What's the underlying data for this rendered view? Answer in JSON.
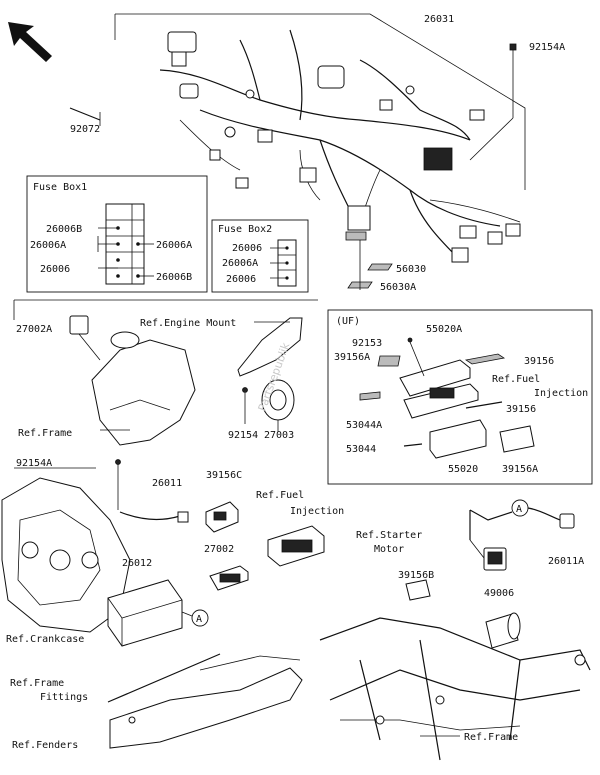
{
  "part_numbers": {
    "harness": "26031",
    "bolt_top": "92154A",
    "band": "92072",
    "fuse_box1": [
      "26006B",
      "26006A",
      "26006A",
      "26006",
      "26006B"
    ],
    "fuse_box2": [
      "26006",
      "26006A",
      "26006"
    ],
    "p56030": "56030",
    "p56030a": "56030A",
    "relay_left": "27002A",
    "bolt_mid": "92154",
    "horn": "27003",
    "uf": [
      "92153",
      "55020A",
      "39156A",
      "39156",
      "39156",
      "53044A",
      "53044",
      "55020",
      "39156A"
    ],
    "bolt_left": "92154A",
    "p26011": "26011",
    "p39156c": "39156C",
    "battery": "26012",
    "relay_mid": "27002",
    "p26011a": "26011A",
    "p39156b": "39156B",
    "p49006": "49006"
  },
  "box_titles": {
    "fuse_box1": "Fuse Box1",
    "fuse_box2": "Fuse Box2",
    "uf": "(UF)"
  },
  "refs": {
    "engine_mount": "Ref.Engine Mount",
    "frame_left": "Ref.Frame",
    "fuel_inj_uf_1": "Ref.Fuel",
    "fuel_inj_uf_2": "Injection",
    "fuel_inj_1": "Ref.Fuel",
    "fuel_inj_2": "Injection",
    "starter_1": "Ref.Starter",
    "starter_2": "Motor",
    "crankcase": "Ref.Crankcase",
    "frame_fittings_1": "Ref.Frame",
    "frame_fittings_2": "Fittings",
    "fenders": "Ref.Fenders",
    "frame_right": "Ref.Frame"
  },
  "callouts": {
    "a1": "A",
    "a2": "A"
  },
  "watermark": "Partsrepublik"
}
